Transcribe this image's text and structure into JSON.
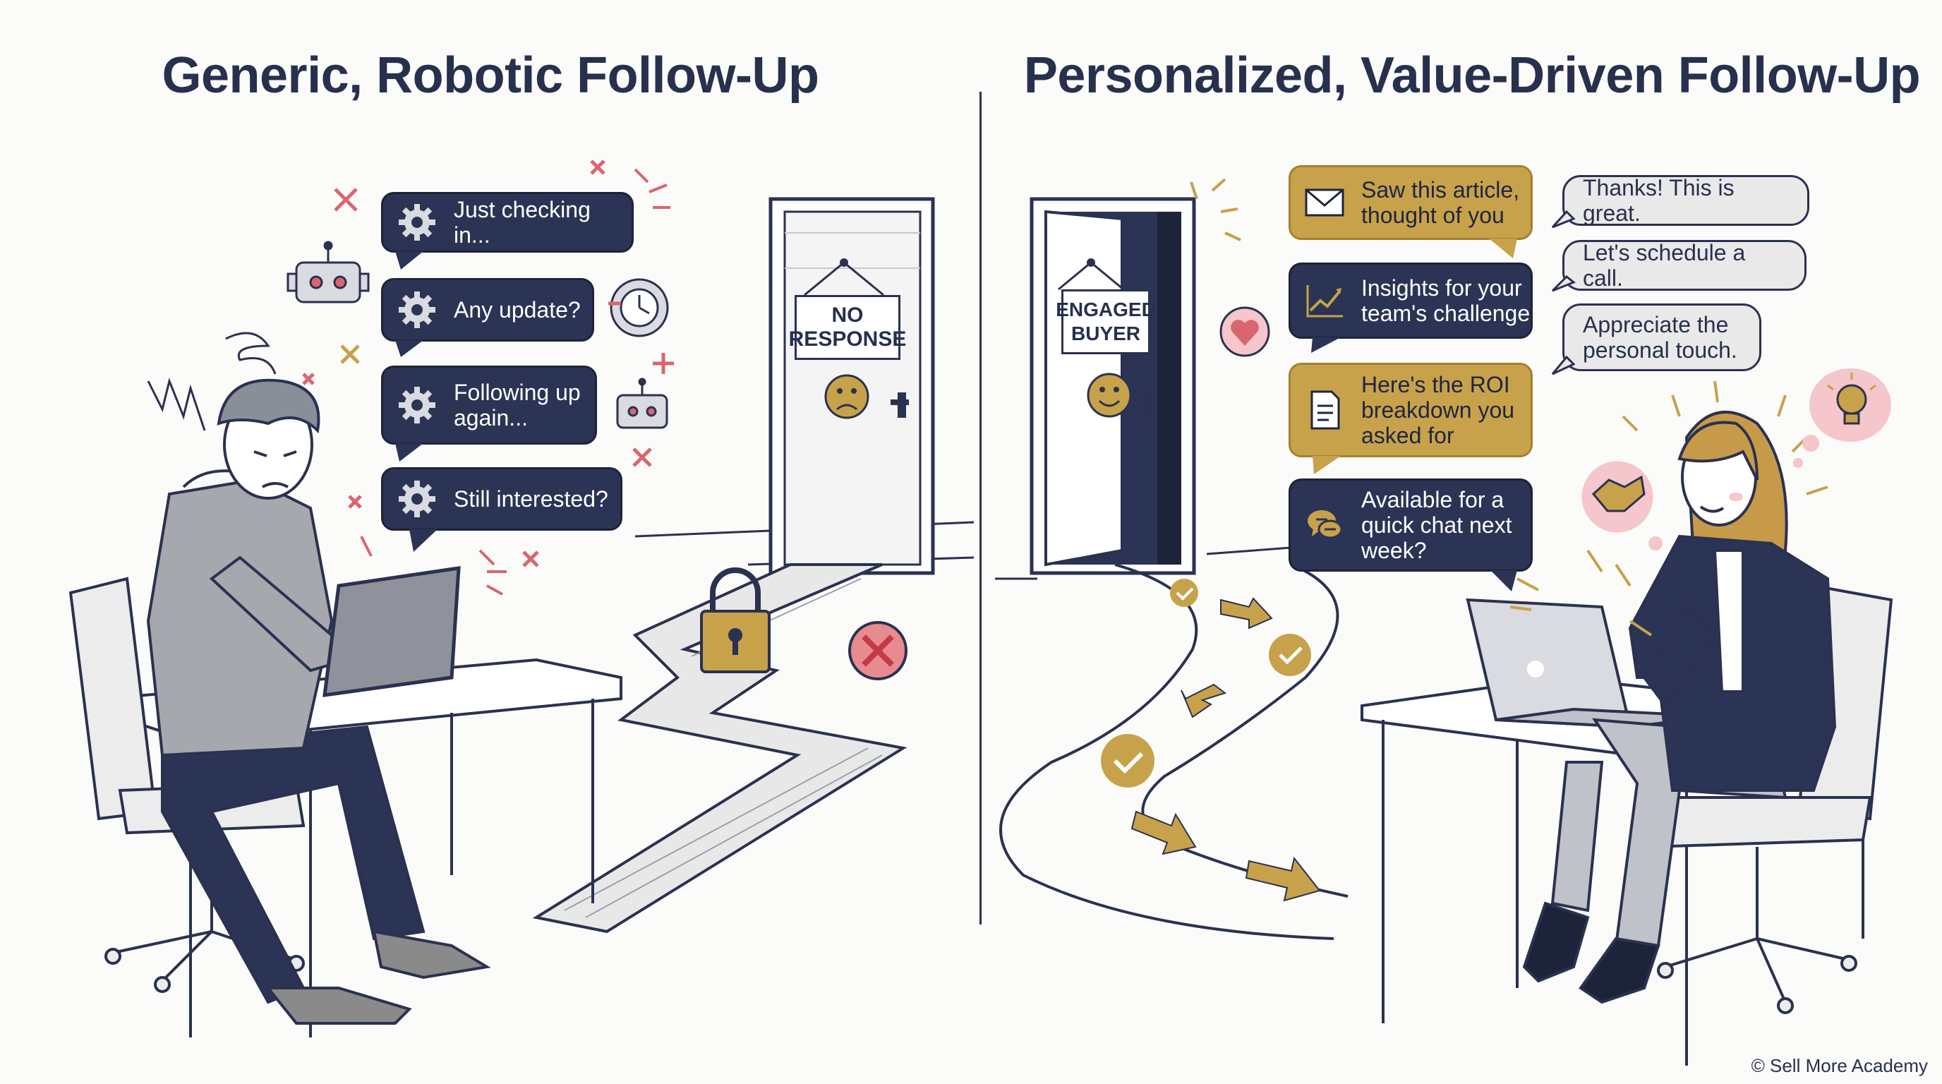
{
  "left_panel": {
    "title": "Generic, Robotic Follow-Up",
    "door_sign": "NO\nRESPONSE",
    "messages": [
      "Just checking in...",
      "Any update?",
      "Following up\nagain...",
      "Still interested?"
    ]
  },
  "right_panel": {
    "title": "Personalized, Value-Driven Follow-Up",
    "door_sign": "ENGAGED\nBUYER",
    "messages": [
      {
        "icon": "envelope-icon",
        "text": "Saw this article,\nthought of you"
      },
      {
        "icon": "chart-icon",
        "text": "Insights for your\nteam's challenge"
      },
      {
        "icon": "document-icon",
        "text": "Here's the ROI\nbreakdown you\nasked for"
      },
      {
        "icon": "chat-icon",
        "text": "Available for a\nquick chat next\nweek?"
      }
    ],
    "replies": [
      "Thanks! This is great.",
      "Let's schedule a call.",
      "Appreciate the\npersonal touch."
    ]
  },
  "footer": {
    "copyright": "© Sell More Academy"
  },
  "colors": {
    "navy": "#2b3454",
    "gold": "#c7a24a",
    "red": "#d9666e",
    "ink": "#27304d"
  }
}
